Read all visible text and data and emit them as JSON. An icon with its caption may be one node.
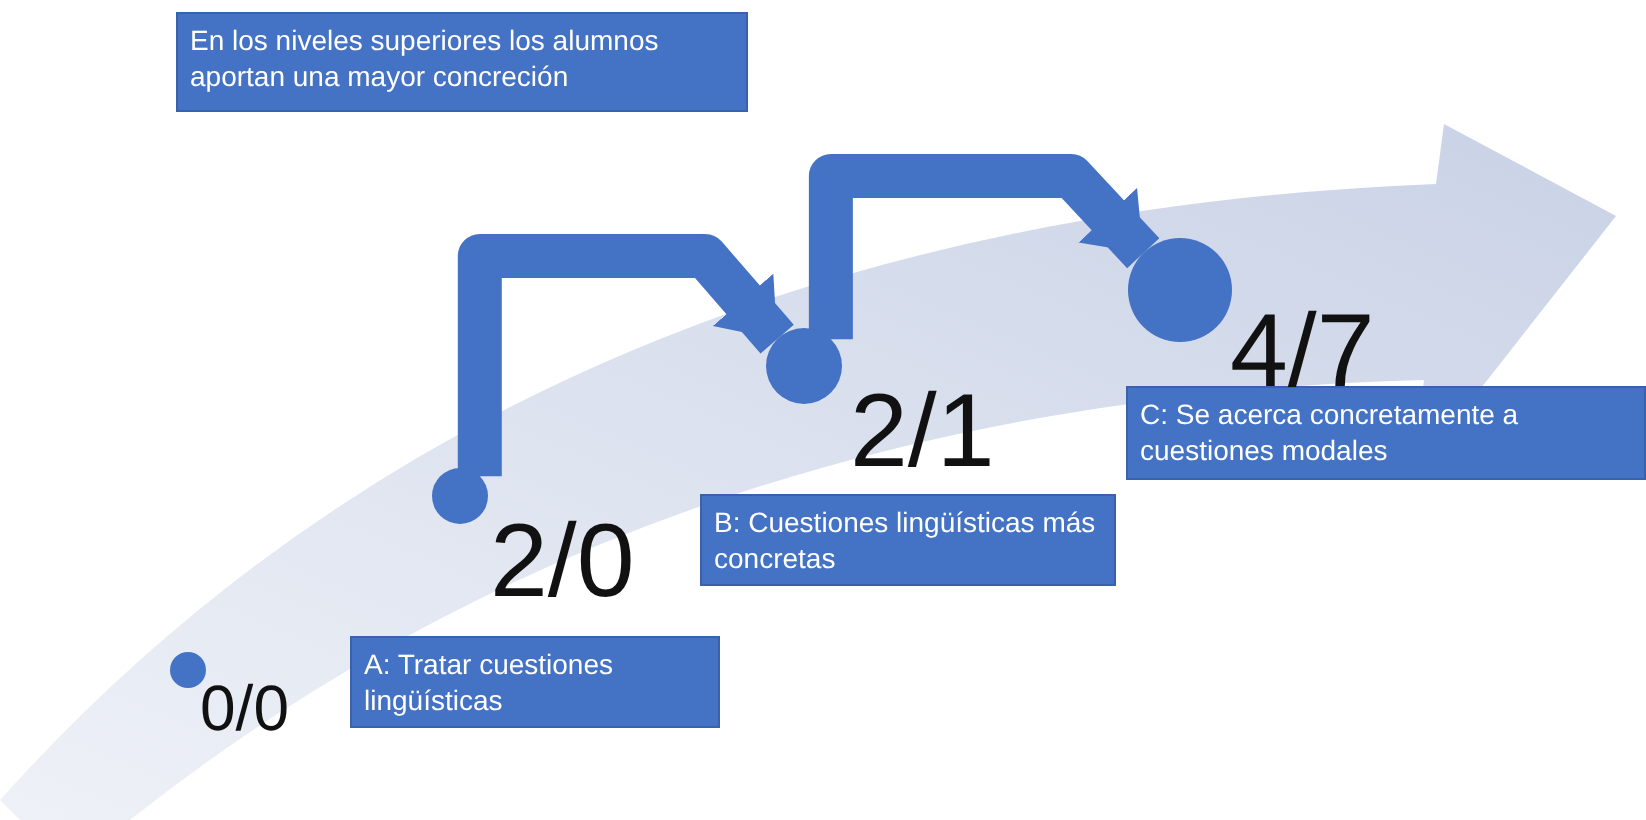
{
  "diagram": {
    "nodes": [
      {
        "text": [
          "En los niveles superiores los alumnos aportan una mayor concreción"
        ]
      },
      {
        "text": [],
        "shape": "circle",
        "beside": [
          "0/0"
        ]
      },
      {
        "text": [
          "A: Tratar cuestiones lingüísticas"
        ]
      },
      {
        "text": [],
        "shape": "circle",
        "beside": [
          "2/0"
        ]
      },
      {
        "text": [
          "B: Cuestiones lingüísticas más concretas"
        ]
      },
      {
        "text": [],
        "shape": "circle",
        "beside": [
          "2/1"
        ]
      },
      {
        "text": [
          "C: Se acerca concretamente a cuestiones modales"
        ]
      },
      {
        "text": [],
        "shape": "circle",
        "beside": [
          "4/7"
        ]
      }
    ],
    "edges": [
      {
        "from": 3,
        "to": 5,
        "arrow": "to"
      },
      {
        "from": 5,
        "to": 7,
        "arrow": "to"
      }
    ]
  }
}
